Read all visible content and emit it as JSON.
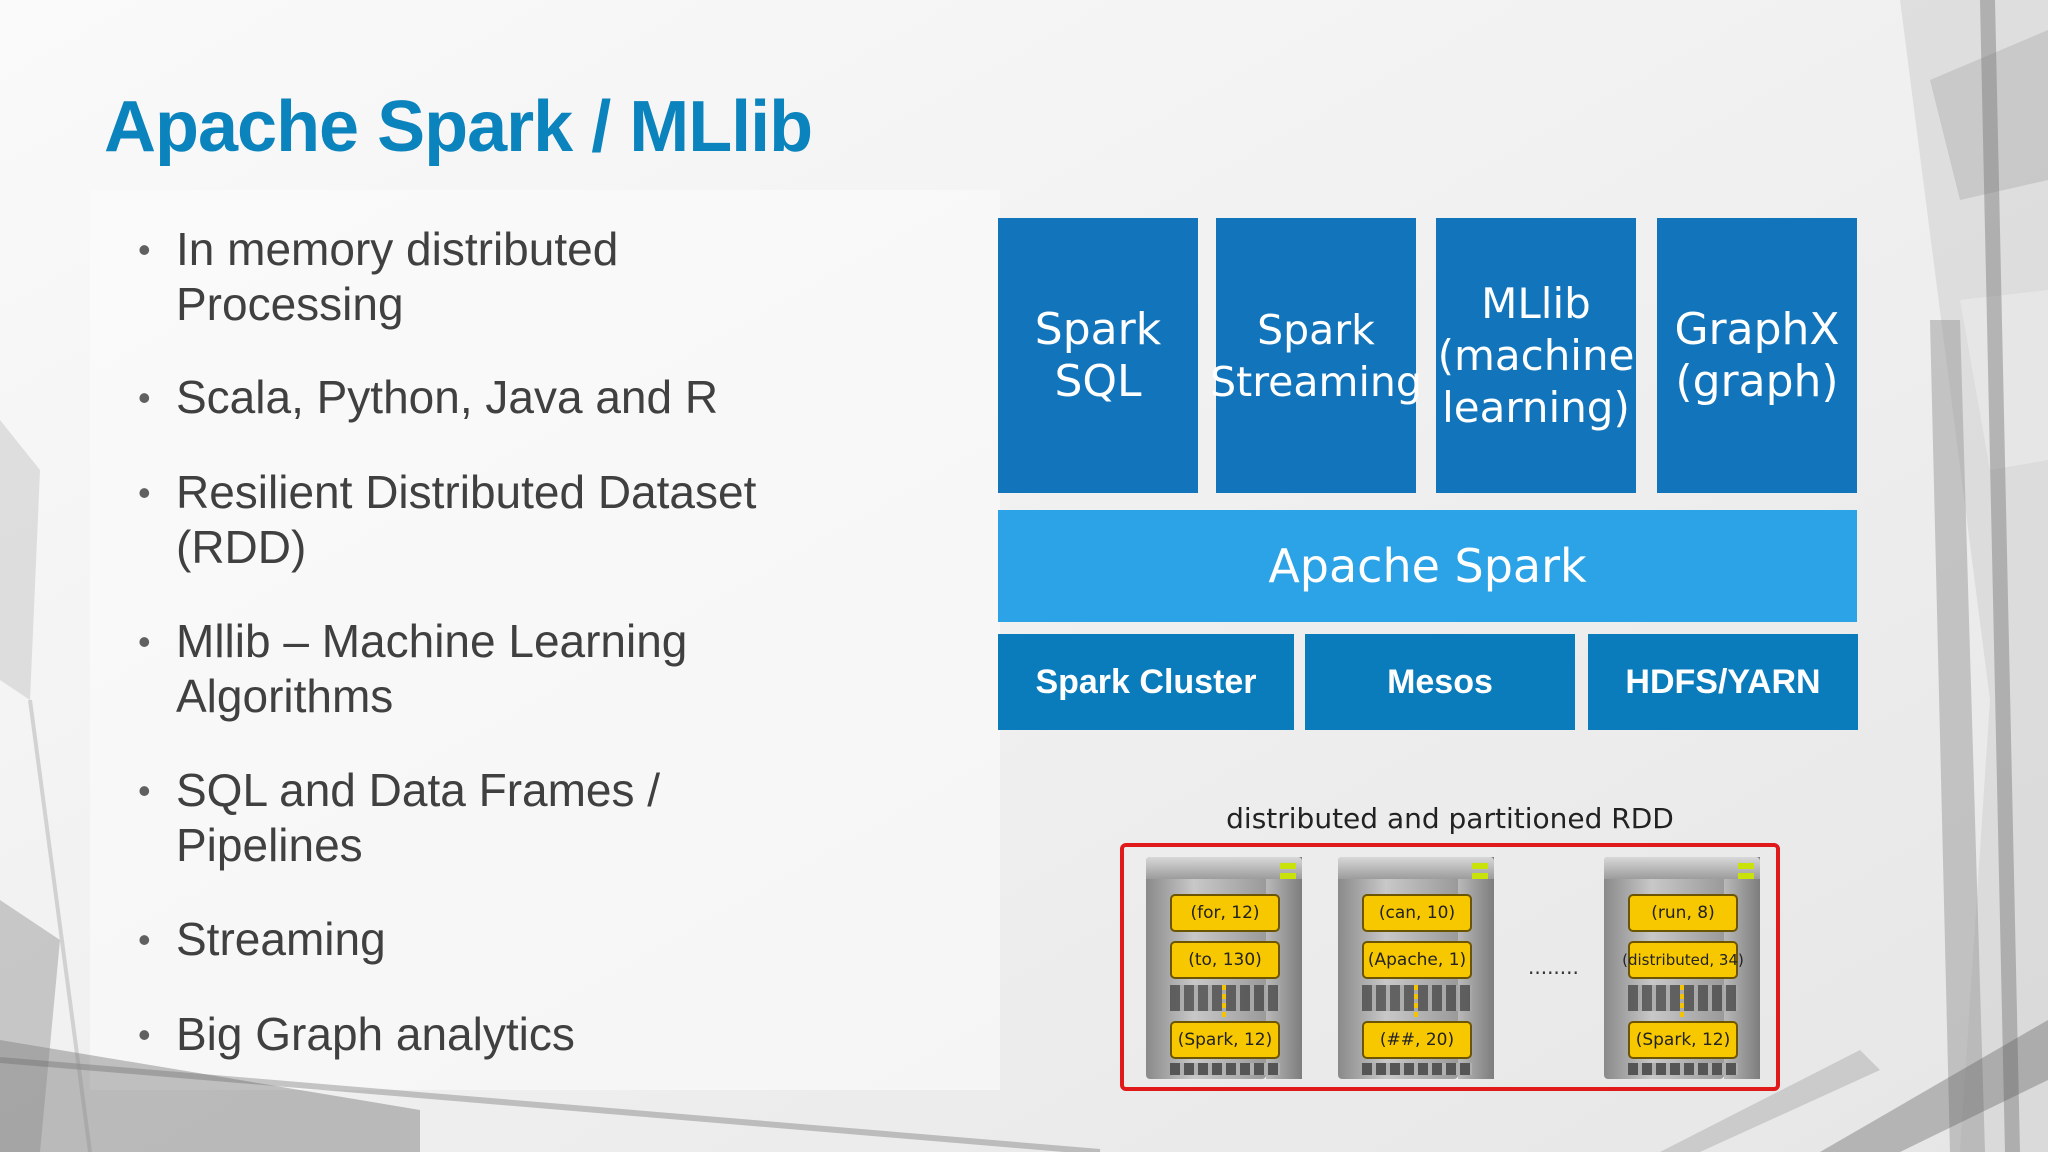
{
  "slide": {
    "title": "Apache Spark / MLlib",
    "bullets": [
      "In memory distributed Processing",
      "Scala, Python, Java and R",
      "Resilient Distributed Dataset (RDD)",
      "Mllib – Machine Learning Algorithms",
      "SQL and Data Frames / Pipelines",
      "Streaming",
      "Big Graph analytics"
    ]
  },
  "stack": {
    "libraries": [
      {
        "line1": "Spark",
        "line2": "SQL"
      },
      {
        "line1": "Spark",
        "line2": "Streaming"
      },
      {
        "line1": "MLlib",
        "line2": "(machine",
        "line3": "learning)"
      },
      {
        "line1": "GraphX",
        "line2": "(graph)"
      }
    ],
    "core": "Apache Spark",
    "cluster_managers": [
      "Spark Cluster",
      "Mesos",
      "HDFS/YARN"
    ]
  },
  "rdd": {
    "caption": "distributed and partitioned RDD",
    "ellipsis": "........",
    "partitions": [
      {
        "chips": [
          "(for, 12)",
          "(to, 130)",
          "(Spark, 12)"
        ]
      },
      {
        "chips": [
          "(can, 10)",
          "(Apache, 1)",
          "(##, 20)"
        ]
      },
      {
        "chips": [
          "(run, 8)",
          "(distributed, 34)",
          "(Spark, 12)"
        ]
      }
    ]
  },
  "colors": {
    "title": "#0b83bd",
    "library_box": "#1274bb",
    "core_box": "#2ba3e6",
    "cluster_box": "#0b7cbb",
    "rdd_border": "#e01a1a",
    "chip": "#f7c800"
  }
}
